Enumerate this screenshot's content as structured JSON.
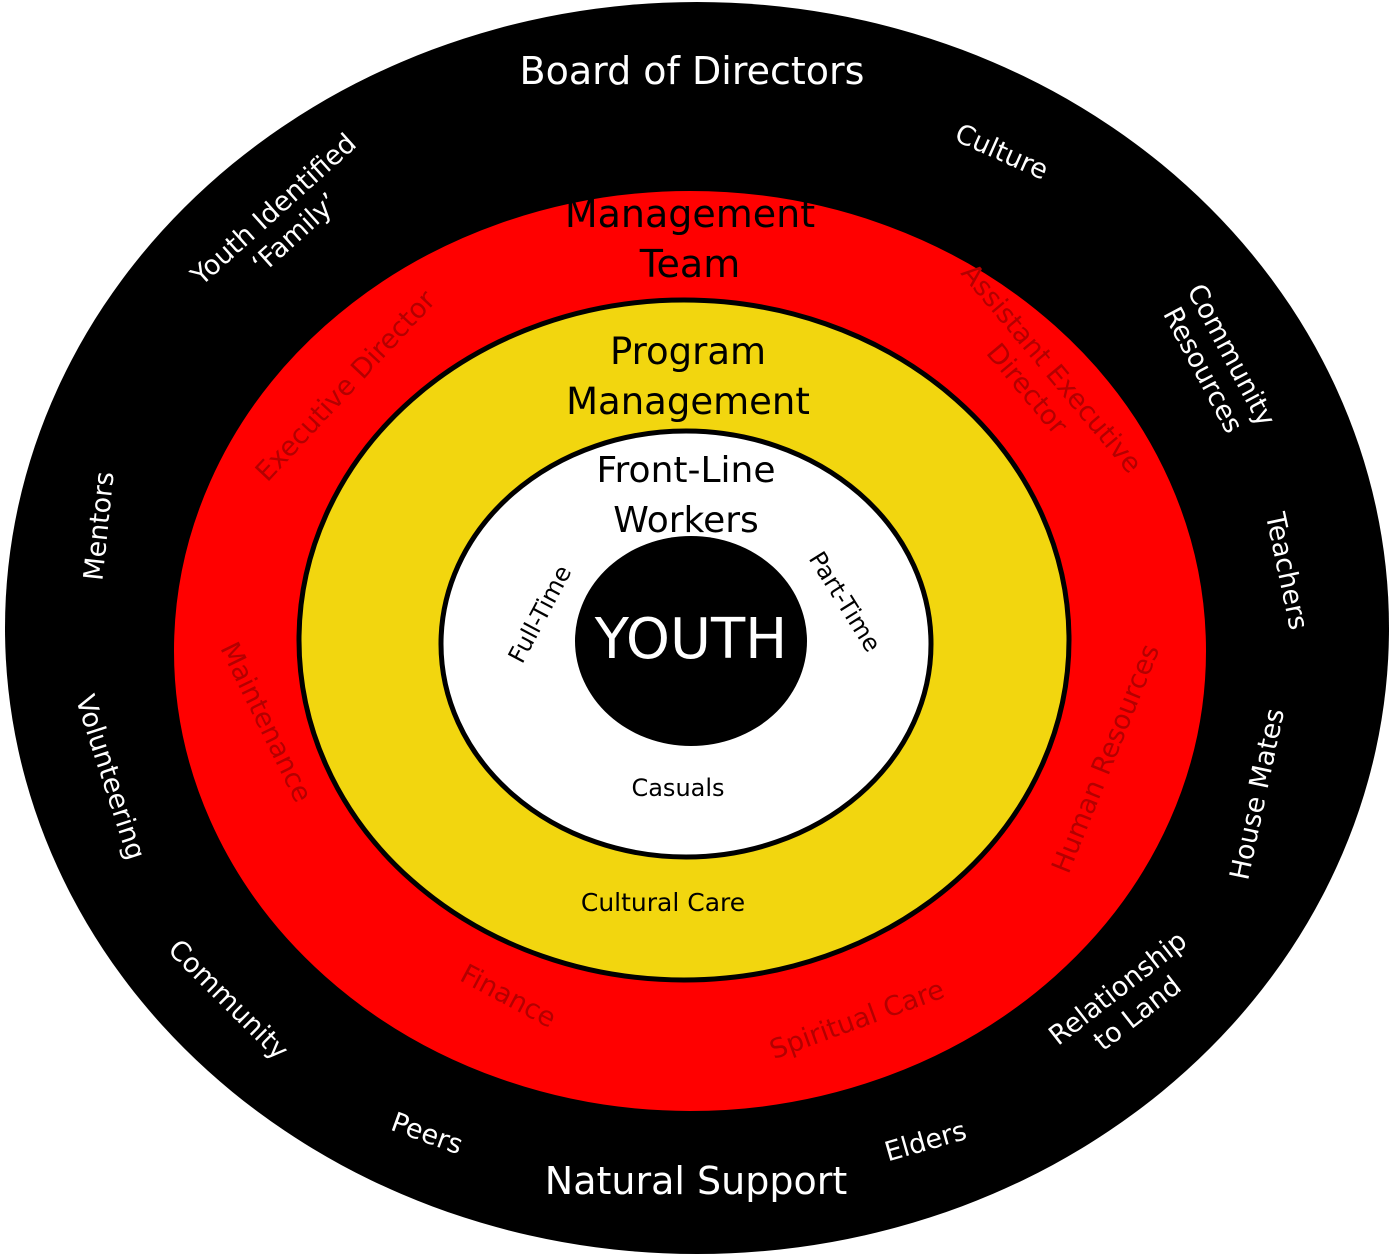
{
  "colors": {
    "outer": "#000000",
    "red": "#ff0000",
    "yellow": "#f2d60f",
    "white": "#ffffff",
    "center": "#000000"
  },
  "rings": {
    "outer": {
      "title_top": "Board of Directors",
      "title_bottom": "Natural Support",
      "labels": {
        "youth_family_1": "Youth Identified",
        "youth_family_2": "‘Family’",
        "culture": "Culture",
        "community_resources_1": "Community",
        "community_resources_2": "Resources",
        "mentors": "Mentors",
        "teachers": "Teachers",
        "volunteering": "Volunteering",
        "house_mates": "House Mates",
        "community": "Community",
        "relationship_1": "Relationship",
        "relationship_2": "to Land",
        "peers": "Peers",
        "elders": "Elders"
      }
    },
    "red": {
      "title_1": "Management",
      "title_2": "Team",
      "labels": {
        "executive_director": "Executive Director",
        "assistant_1": "Assistant Executive",
        "assistant_2": "Director",
        "maintenance": "Maintenance",
        "human_resources": "Human Resources",
        "finance": "Finance",
        "spiritual_care": "Spiritual Care"
      }
    },
    "yellow": {
      "title_1": "Program",
      "title_2": "Management",
      "labels": {
        "cultural_care": "Cultural Care"
      }
    },
    "white": {
      "title_1": "Front-Line",
      "title_2": "Workers",
      "labels": {
        "full_time": "Full-Time",
        "part_time": "Part-Time",
        "casuals": "Casuals"
      }
    },
    "center": {
      "label": "YOUTH"
    }
  }
}
